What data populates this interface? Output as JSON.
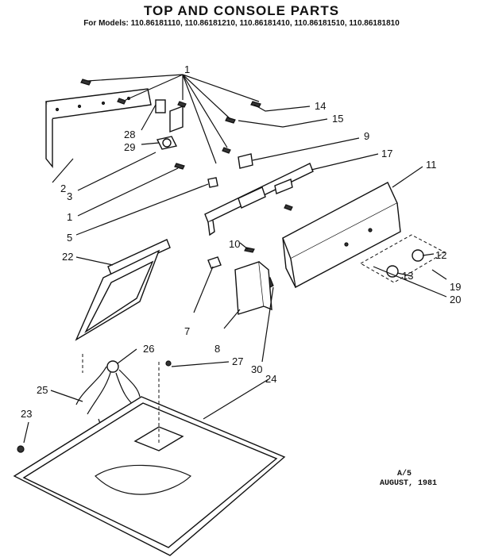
{
  "title": "TOP AND CONSOLE PARTS",
  "models_line": "For Models: 110.86181110, 110.86181210, 110.86181410, 110.86181510, 110.86181810",
  "footer": {
    "code": "A/5",
    "date": "AUGUST, 1981"
  },
  "part_labels": {
    "p1a": "1",
    "p14": "14",
    "p15": "15",
    "p9": "9",
    "p17": "17",
    "p11": "11",
    "p28": "28",
    "p29": "29",
    "p2": "2",
    "p3": "3",
    "p1b": "1",
    "p5": "5",
    "p10": "10",
    "p22": "22",
    "p12": "12",
    "p13": "13",
    "p19": "19",
    "p20": "20",
    "p7": "7",
    "p8": "8",
    "p26": "26",
    "p27": "27",
    "p30": "30",
    "p24": "24",
    "p25": "25",
    "p23": "23"
  }
}
